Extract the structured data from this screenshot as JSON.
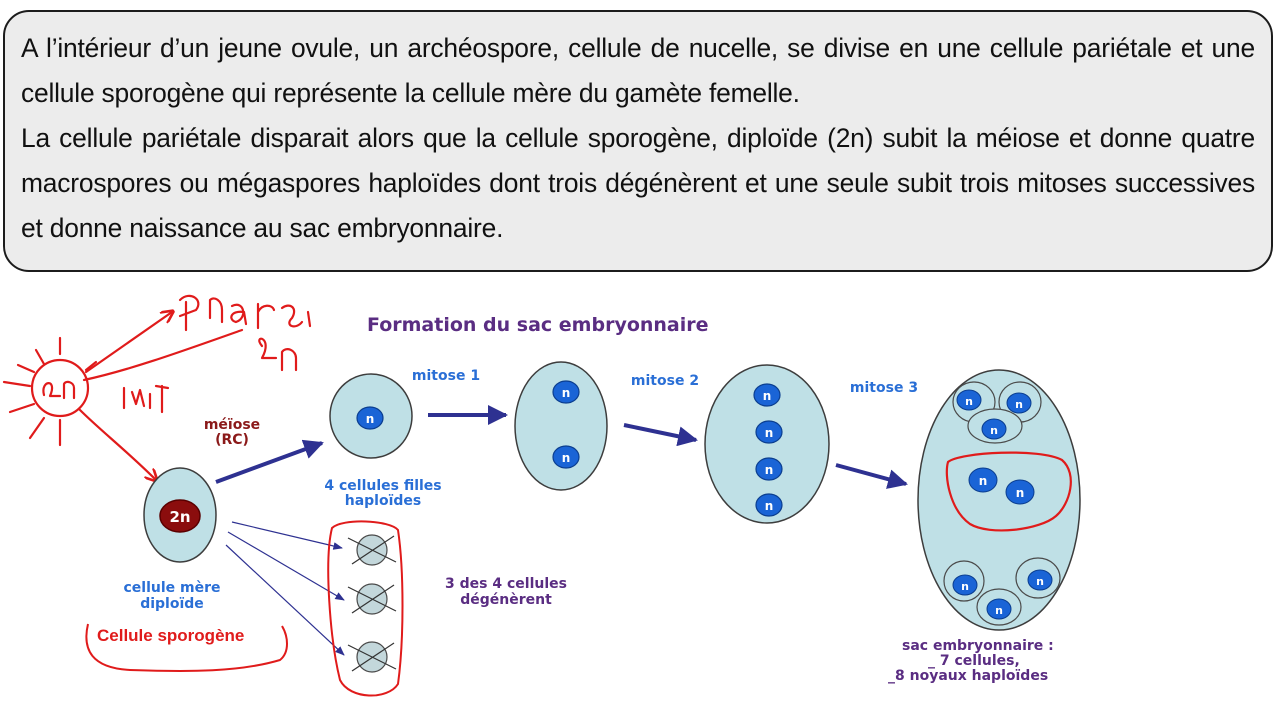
{
  "intro": {
    "paragraph1": "A l’intérieur d’un jeune ovule, un archéospore, cellule de nucelle, se divise en une cellule pariétale et une cellule sporogène qui représente la cellule mère du gamète femelle.",
    "paragraph2": "La cellule pariétale disparait alors que la cellule sporogène, diploïde (2n) subit la méiose et donne quatre macrospores ou mégaspores haploïdes dont trois dégénèrent et une seule subit trois mitoses successives et donne naissance au sac embryonnaire."
  },
  "diagram": {
    "title": "Formation du sac embryonnaire",
    "mother_cell": {
      "nucleus": "2n",
      "label_line1": "cellule mère",
      "label_line2": "diploïde",
      "annotation": "Cellule sporogène"
    },
    "meiosis": {
      "line1": "méïose",
      "line2": "(RC)"
    },
    "daughter_cells": {
      "nucleus": "n",
      "line1": "4 cellules filles",
      "line2": "haploïdes"
    },
    "degenerate": {
      "line1": "3 des 4 cellules",
      "line2": "dégénèrent"
    },
    "mitosis_labels": [
      "mitose 1",
      "mitose 2",
      "mitose 3"
    ],
    "embryo_sac": {
      "line1": "sac embryonnaire :",
      "line2": "_ 7 cellules,",
      "line3": "_8 noyaux haploïdes"
    },
    "colors": {
      "cell_fill": "#bfe0e6",
      "nucleus": "#1a64d6",
      "nucleus_2n": "#8b0d0d",
      "arrow": "#2e3191",
      "title": "#5a2d82",
      "meiosis_label": "#8b1a1a",
      "mitosis_label": "#2a6fd6",
      "annotation_red": "#e01b1b"
    }
  }
}
